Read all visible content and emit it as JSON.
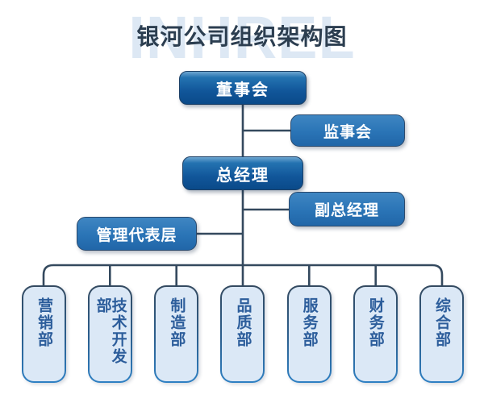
{
  "title": "银河公司组织架构图",
  "watermark": "INHREL",
  "nodes": {
    "board": "董事会",
    "supervisors": "监事会",
    "general_manager": "总经理",
    "deputy_general_manager": "副总经理",
    "management_representative": "管理代表层"
  },
  "departments": [
    {
      "label": "营销部"
    },
    {
      "label": "技术开发部"
    },
    {
      "label": "制造部"
    },
    {
      "label": "品质部"
    },
    {
      "label": "服务部"
    },
    {
      "label": "财务部"
    },
    {
      "label": "综合部"
    }
  ],
  "colors": {
    "title_text": "#2c3e50",
    "line": "#34495e",
    "watermark": "#dde8f4",
    "dark_box_top": "#2473b1",
    "dark_box_bottom": "#0a4a89",
    "medium_box": "#2a74b6",
    "light_box_fill": "#dbe8f6",
    "light_box_border_top": "#344a60",
    "light_box_border_bottom": "#2e80c3",
    "light_box_text": "#2c5d9b",
    "box_text": "#ffffff"
  }
}
